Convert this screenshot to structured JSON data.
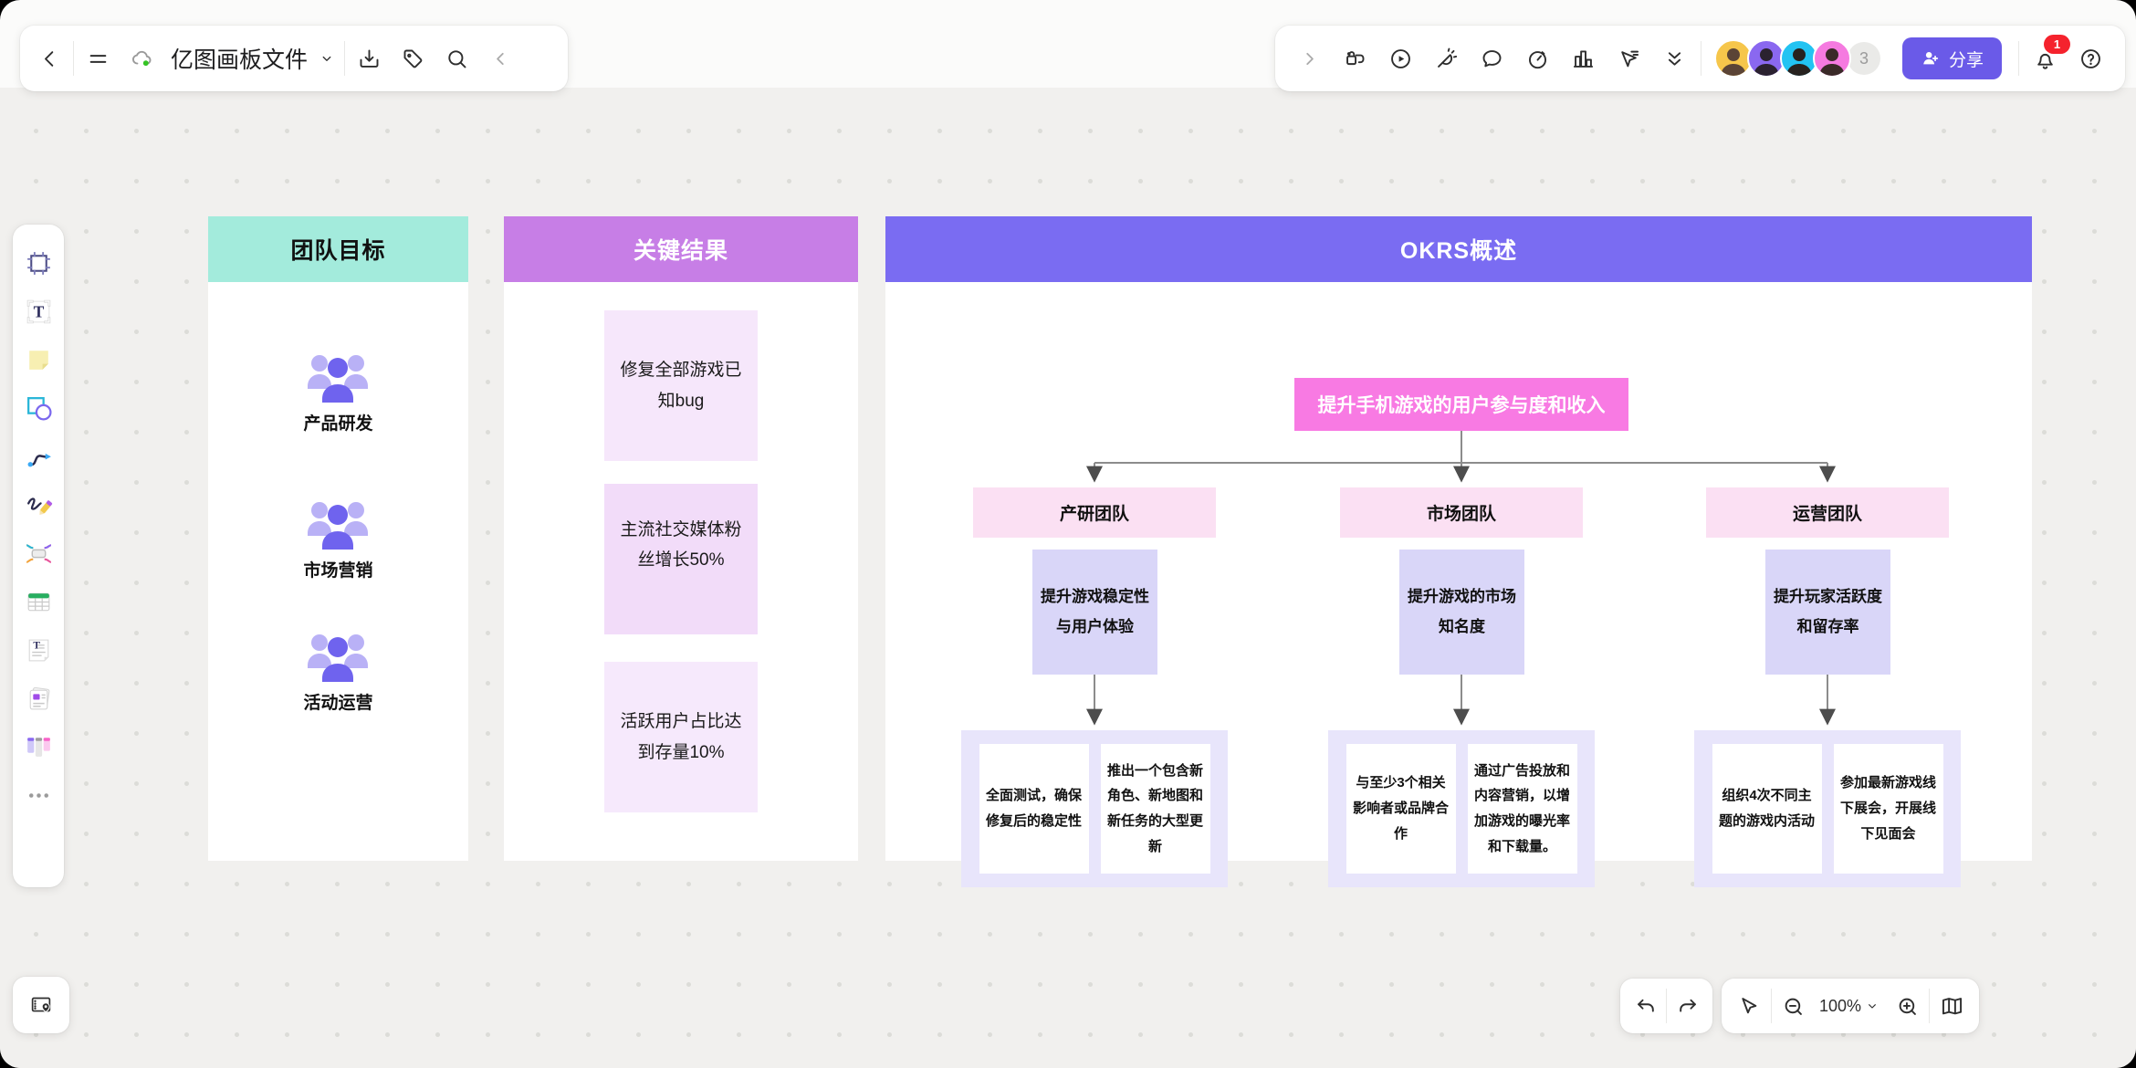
{
  "topbar": {
    "file": {
      "title": "亿图画板文件",
      "sync_state": "cloud-synced"
    },
    "left_icons": [
      "back",
      "menu",
      "cloud-sync",
      "caret-down",
      "import",
      "tag",
      "search",
      "collapse-left"
    ],
    "right_icons": [
      "expand-right",
      "lock",
      "present-play",
      "laser-pointer",
      "comment",
      "timer",
      "poll-chart",
      "cursor-follow",
      "more-tools"
    ],
    "collaborators": {
      "count_badge": "3",
      "avatar_colors": [
        "#F6C64B",
        "#8A68F0",
        "#22C3F2",
        "#F57AE0"
      ]
    },
    "share_label": "分享",
    "notification_count": "1"
  },
  "sidebar_icons": [
    "frame",
    "text",
    "sticky-note",
    "shape",
    "connector",
    "pen",
    "mindmap",
    "table",
    "note-doc",
    "card-deck",
    "kanban",
    "more"
  ],
  "bottom_controls": {
    "icons": [
      "minimap-pin",
      "undo",
      "redo",
      "pointer",
      "zoom-out",
      "zoom-in",
      "map-view"
    ],
    "zoom_level": "100%"
  },
  "colors": {
    "accent_purple": "#6A5AE8",
    "team_goals_header": "#A3EBDC",
    "key_results_header": "#C77EE6",
    "okrs_header": "#7A6CF2",
    "objective_pink": "#F87AE3",
    "team_pink": "#FBE0F3",
    "objective_lavender": "#D9D6F8",
    "kr_container_lavender": "#E8E5FB",
    "kr_box_light_purple": "#F6E7FB"
  },
  "frames": {
    "team_goals": {
      "title": "团队目标",
      "items": [
        {
          "label": "产品研发"
        },
        {
          "label": "市场营销"
        },
        {
          "label": "活动运营"
        }
      ]
    },
    "key_results": {
      "title": "关键结果",
      "boxes": [
        {
          "text": "修复全部游戏已知bug"
        },
        {
          "text": "主流社交媒体粉丝增长50%"
        },
        {
          "text": "活跃用户占比达到存量10%"
        }
      ]
    },
    "okrs": {
      "title": "OKRS概述",
      "objective": "提升手机游戏的用户参与度和收入",
      "teams": [
        {
          "name": "产研团队",
          "objective": "提升游戏稳定性与用户体验",
          "key_results": [
            {
              "text": "全面测试，确保修复后的稳定性"
            },
            {
              "text": "推出一个包含新角色、新地图和新任务的大型更新"
            }
          ]
        },
        {
          "name": "市场团队",
          "objective": "提升游戏的市场知名度",
          "key_results": [
            {
              "text": "与至少3个相关影响者或品牌合作"
            },
            {
              "text": "通过广告投放和内容营销，以增加游戏的曝光率和下载量。"
            }
          ]
        },
        {
          "name": "运营团队",
          "objective": "提升玩家活跃度和留存率",
          "key_results": [
            {
              "text": "组织4次不同主题的游戏内活动"
            },
            {
              "text": "参加最新游戏线下展会，开展线下见面会"
            }
          ]
        }
      ]
    }
  }
}
